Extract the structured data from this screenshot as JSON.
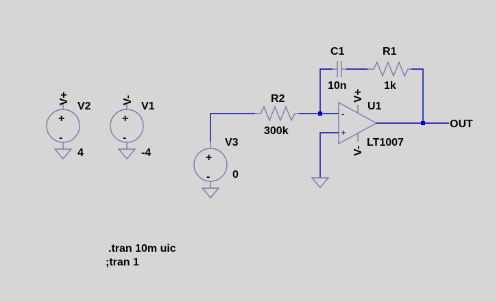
{
  "components": {
    "v2": {
      "name": "V2",
      "net": "V+",
      "value": "4"
    },
    "v1": {
      "name": "V1",
      "net": "V-",
      "value": "-4"
    },
    "v3": {
      "name": "V3",
      "value": "0"
    },
    "r2": {
      "name": "R2",
      "value": "300k"
    },
    "c1": {
      "name": "C1",
      "value": "10n"
    },
    "r1": {
      "name": "R1",
      "value": "1k"
    },
    "u1": {
      "name": "U1",
      "model": "LT1007",
      "pos_supply": "V+",
      "neg_supply": "V-",
      "minus_sign": "-",
      "plus_sign": "+"
    }
  },
  "symbols": {
    "plus": "+",
    "minus": "-"
  },
  "net_labels": {
    "out": "OUT"
  },
  "directives": [
    ".tran 10m uic",
    ";tran 1"
  ],
  "colors": {
    "background": "#d6d6d6",
    "wire": "#0000aa",
    "component": "#7a7aa8",
    "junction": "#0000cc",
    "text": "#000000"
  }
}
